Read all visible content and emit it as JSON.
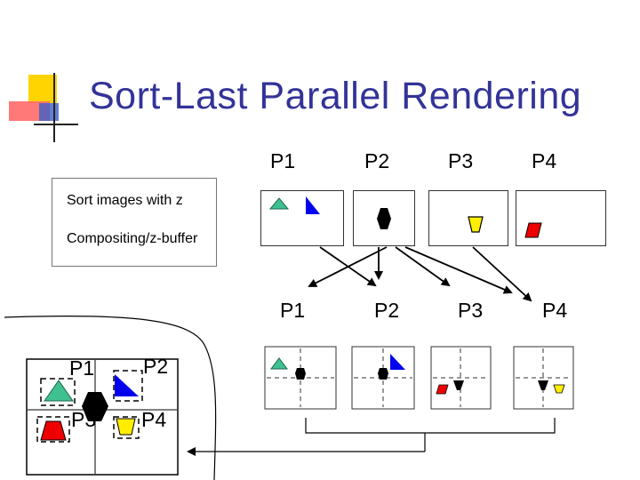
{
  "slide": {
    "title": "Sort-Last Parallel Rendering",
    "processors_top": [
      "P1",
      "P2",
      "P3",
      "P4"
    ],
    "processors_mid": [
      "P1",
      "P2",
      "P3",
      "P4"
    ],
    "sort_box": {
      "line1": "Sort images with z",
      "line2": "Compositing/z-buffer"
    },
    "final_labels": [
      "P1",
      "P2",
      "P3",
      "P4"
    ]
  },
  "colors": {
    "title": "#333399",
    "accent_yellow": "#ffd200",
    "accent_red": "#ff5050",
    "accent_blue": "#5a7ad0",
    "green": "#40c090",
    "blue": "#0000ee",
    "black": "#000000",
    "yellow": "#ffee00",
    "red": "#ee0000"
  }
}
